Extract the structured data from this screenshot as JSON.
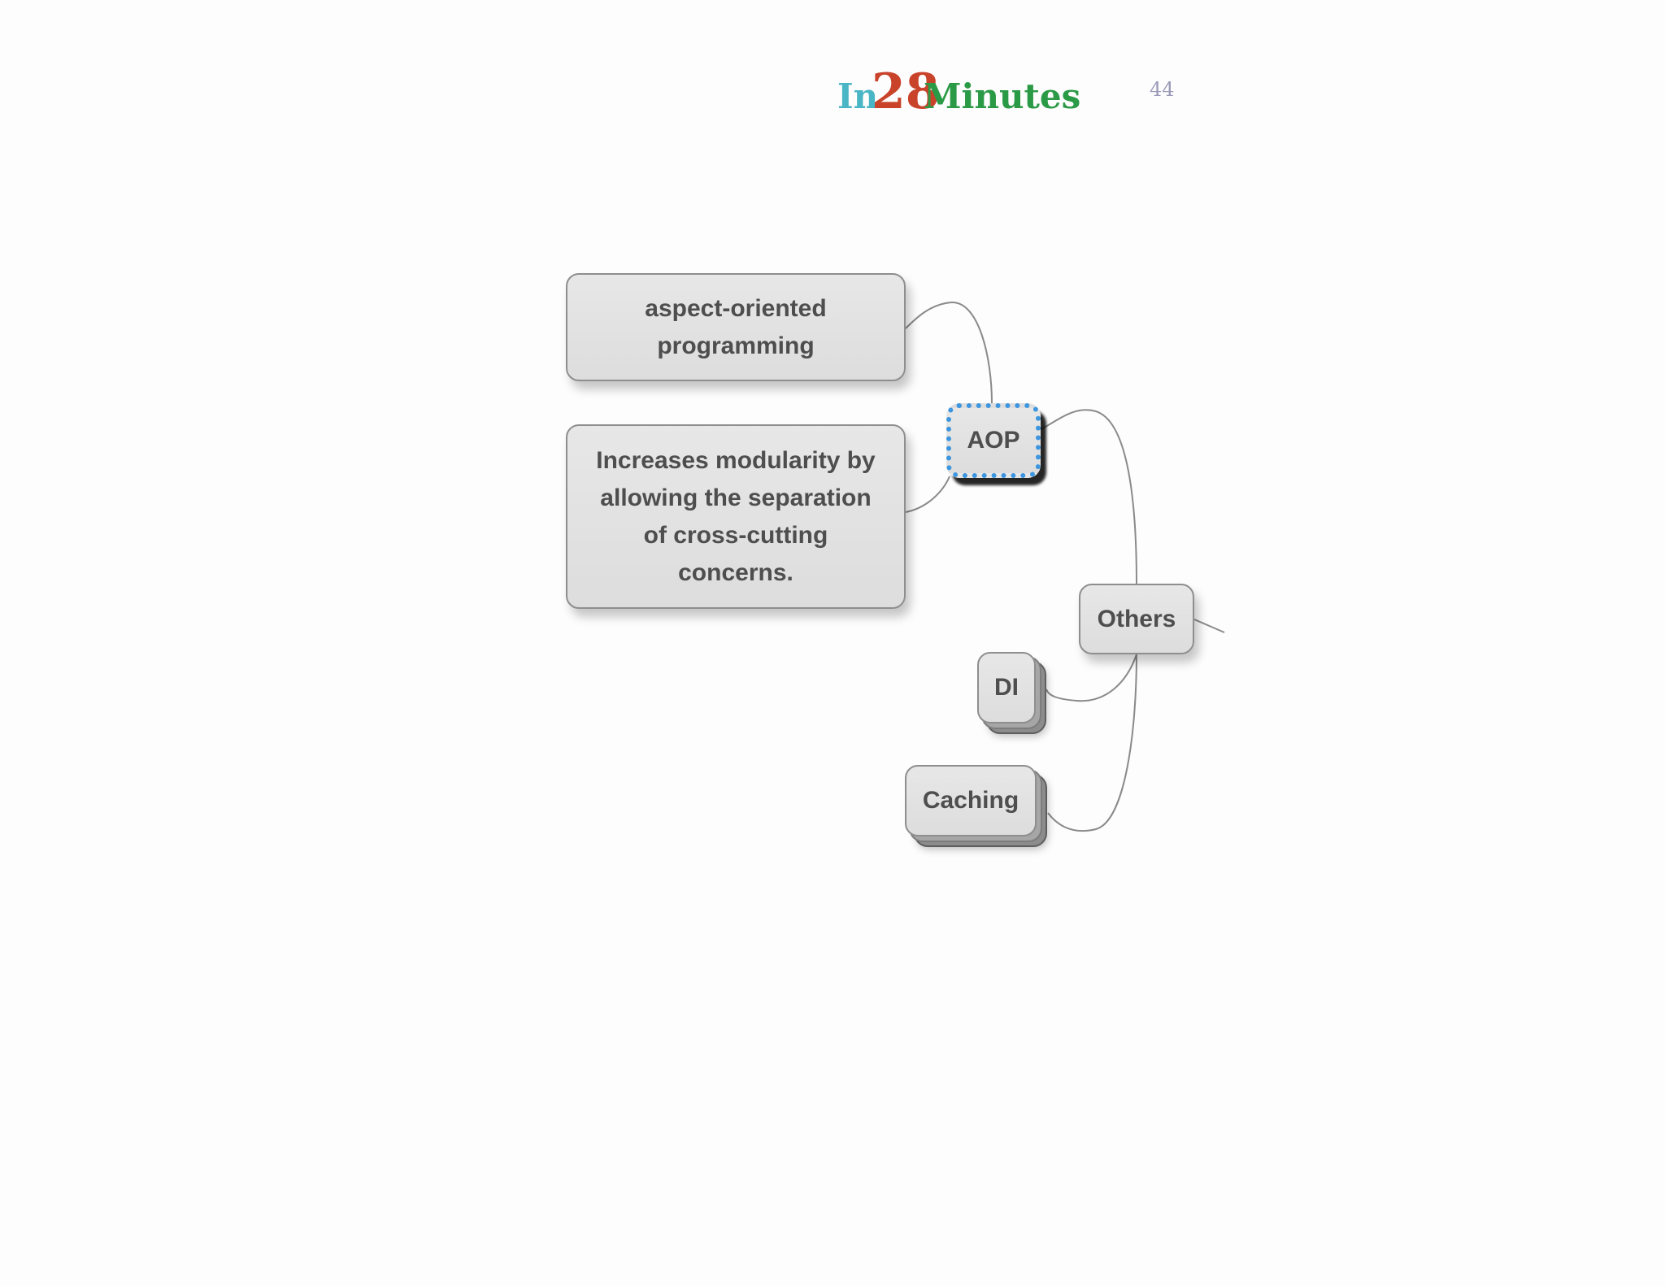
{
  "header": {
    "logo": {
      "prefix": "In",
      "number": "28",
      "suffix": "Minutes"
    },
    "page_number": "44"
  },
  "mindmap": {
    "nodes": {
      "aspect": "aspect-oriented programming",
      "increases": "Increases modularity by allowing the separation of cross-cutting concerns.",
      "aop": "AOP",
      "others": "Others",
      "di": "DI",
      "caching": "Caching"
    },
    "highlight_color": "#3d96df"
  }
}
